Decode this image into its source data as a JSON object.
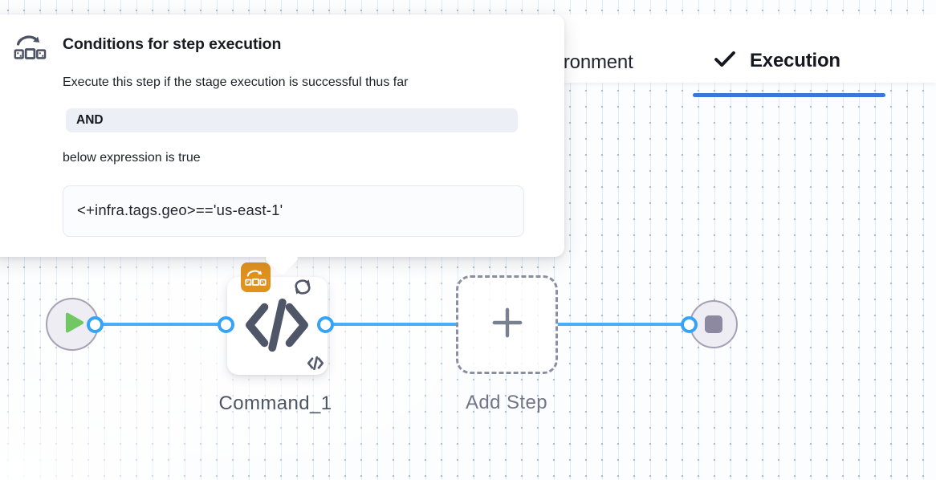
{
  "popover": {
    "icon": "conditional-execution-icon",
    "title": "Conditions for step execution",
    "description": "Execute this step if the stage execution is successful thus far",
    "operator_label": "AND",
    "expression_caption": "below expression is true",
    "expression_value": "<+infra.tags.geo>=='us-east-1'"
  },
  "tabs": [
    {
      "label": "Environment",
      "active": false
    },
    {
      "label": "Execution",
      "active": true,
      "icon": "check-icon"
    }
  ],
  "pipeline": {
    "nodes": [
      {
        "id": "start",
        "type": "start",
        "icon": "play-icon"
      },
      {
        "id": "command-step",
        "type": "command",
        "label": "Command_1",
        "icons": [
          "conditional-execution-badge",
          "looping-strategy-icon",
          "code-icon"
        ]
      },
      {
        "id": "add-step",
        "type": "add",
        "label": "Add Step",
        "icon": "plus-icon"
      },
      {
        "id": "end",
        "type": "end",
        "icon": "stop-icon"
      }
    ]
  },
  "colors": {
    "tab_underline_blue": "#3b76dd",
    "edge_blue": "#49adf8",
    "badge_orange": "#e0921f",
    "node_icon_slate": "#4e5668",
    "play_green": "#72c765",
    "stop_gray": "#8c89a0"
  }
}
